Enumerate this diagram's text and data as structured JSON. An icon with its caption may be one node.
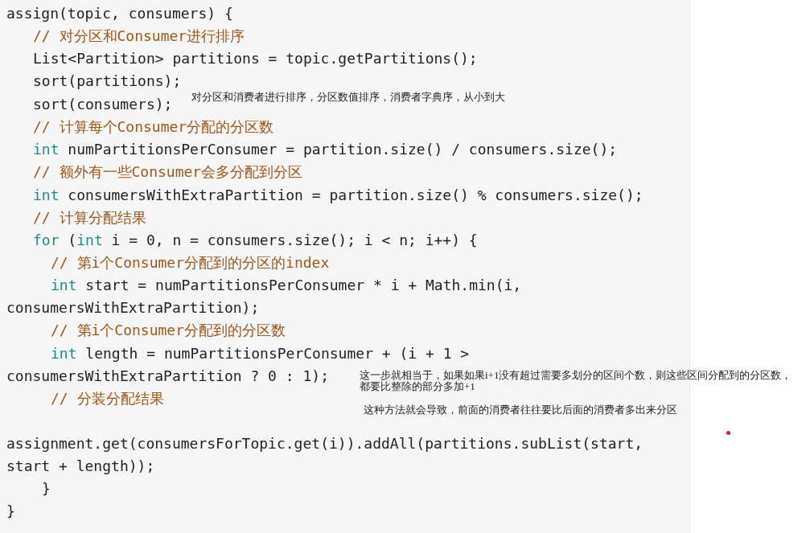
{
  "diagram": {
    "labels": [
      "assign(topic, consumers) {",
      "// 对分区和Consumer进行排序",
      "List<Partition> partitions = topic.getPartitions();",
      "sort(partitions);",
      "sort(consumers);",
      "对分区和消费者进行排序，分区数值排序，消费者字典序，从小到大",
      "// 计算每个Consumer分配的分区数",
      "int numPartitionsPerConsumer = partition.size() / consumers.size();",
      "// 额外有一些Consumer会多分配到分区",
      "int consumersWithExtraPartition = partition.size() % consumers.size();",
      "// 计算分配结果",
      "for (int i = 0, n = consumers.size(); i < n; i++) {",
      "// 第i个Consumer分配到的分区的index",
      "int start = numPartitionsPerConsumer * i + Math.min(i, consumersWithExtraPartition);",
      "// 第i个Consumer分配到的分区数",
      "int length = numPartitionsPerConsumer + (i + 1 > consumersWithExtraPartition ? 0 : 1);",
      "这一步就相当于，如果如果i+1没有超过需要多划分的区间个数，则这些区间分配到的分区数，都要比整除的部分多加+1",
      "// 分装分配结果",
      "这种方法就会导致，前面的消费者往往要比后面的消费者多出来分区",
      "assignment.get(consumersForTopic.get(i)).addAll(partitions.subList(start, start + length));",
      "}",
      "}"
    ]
  }
}
